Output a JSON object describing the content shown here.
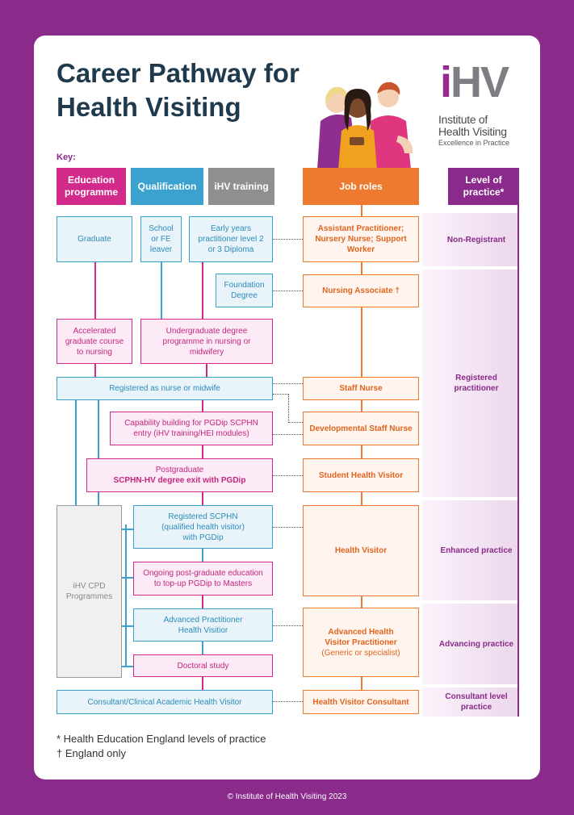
{
  "title_line1": "Career Pathway for",
  "title_line2": "Health Visiting",
  "logo": {
    "mark": "iHV",
    "line1": "Institute of",
    "line2": "Health Visiting",
    "tagline": "Excellence in Practice"
  },
  "key_label": "Key:",
  "headers": {
    "education": "Education programme",
    "qualification": "Qualification",
    "ihv_training": "iHV training",
    "job_roles": "Job roles",
    "level": "Level of practice*"
  },
  "colors": {
    "background": "#8a2a8a",
    "education": "#d22a8a",
    "qualification": "#3ba2cf",
    "ihv_training": "#8f8f8f",
    "job_roles": "#ee7a30",
    "level": "#8a2a8a"
  },
  "boxes": {
    "graduate": "Graduate",
    "school_fe": "School or FE leaver",
    "early_years": "Early years practitioner level 2 or 3 Diploma",
    "foundation": "Foundation Degree",
    "accelerated": "Accelerated graduate course to nursing",
    "undergrad": "Undergraduate degree programme in nursing or midwifery",
    "registered_nurse": "Registered as nurse or midwife",
    "capability": "Capability building for PGDip SCPHN entry (iHV training/HEI modules)",
    "postgrad_line1": "Postgraduate",
    "postgrad_line2": "SCPHN-HV degree exit with PGDip",
    "registered_scphn": "Registered SCPHN (qualified health visitor) with PGDip",
    "ongoing": "Ongoing post-graduate education to top-up PGDip to Masters",
    "advanced": "Advanced Practitioner Health Visitior",
    "doctoral": "Doctoral study",
    "consultant_q": "Consultant/Clinical Academic Health Visitor",
    "cpd": "iHV CPD Programmes"
  },
  "jobs": {
    "assistant": "Assistant Practitioner; Nursery Nurse; Support Worker",
    "nursing_associate": "Nursing Associate †",
    "staff_nurse": "Staff Nurse",
    "developmental": "Developmental Staff Nurse",
    "student_hv": "Student Health Visitor",
    "health_visitor": "Health Visitor",
    "advanced_hv_main": "Advanced Health Visitor Practitioner",
    "advanced_hv_sub": "(Generic or specialist)",
    "hv_consultant": "Health Visitor Consultant"
  },
  "levels": {
    "non_registrant": "Non-Registrant",
    "registered": "Registered practitioner",
    "enhanced": "Enhanced practice",
    "advancing": "Advancing practice",
    "consultant": "Consultant level practice"
  },
  "footnotes": {
    "star": "* Health Education England levels of practice",
    "dagger": "† England only"
  },
  "copyright": "© Institute of Health Visiting 2023"
}
